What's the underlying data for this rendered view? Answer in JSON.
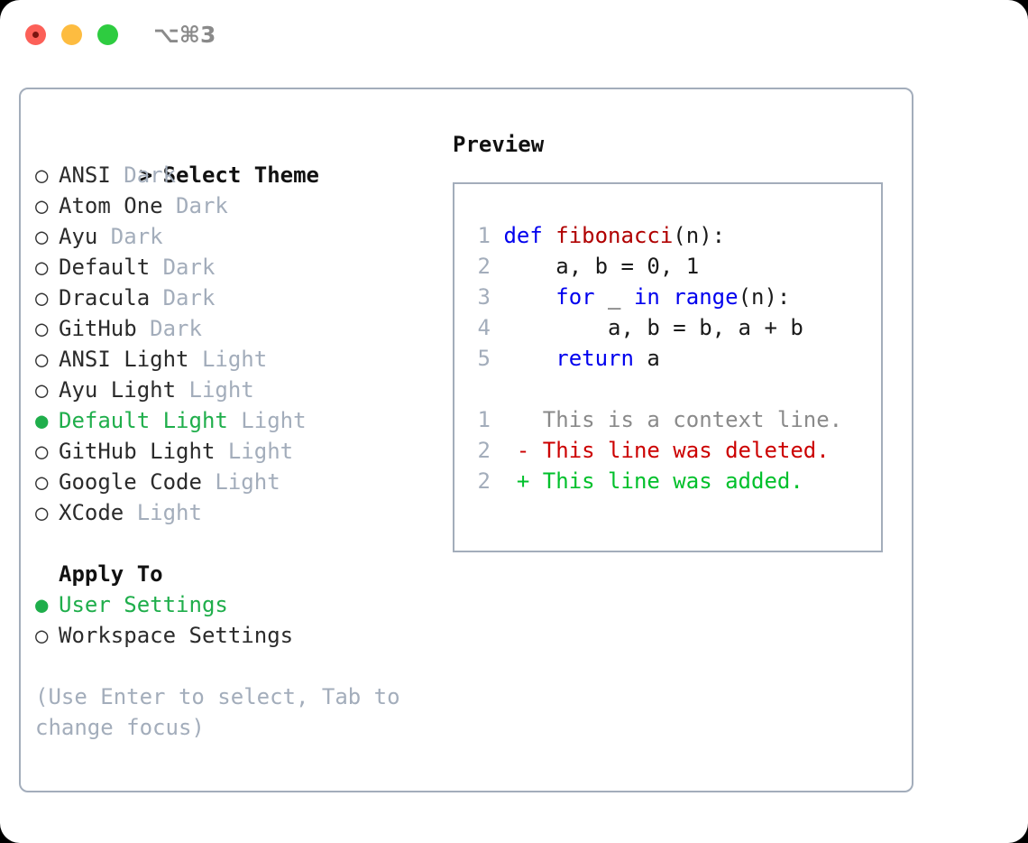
{
  "window": {
    "title": "⌥⌘3",
    "traffic_lights": [
      "close",
      "minimize",
      "maximize"
    ]
  },
  "colors": {
    "accent_green": "#1FAE4B",
    "muted": "#A3ADBB",
    "keyword_blue": "#0000EE",
    "function_red": "#B00000",
    "diff_delete": "#CC0000",
    "diff_add": "#00C02B",
    "border": "#A3ADBB"
  },
  "theme_list": {
    "header_prefix": "> ",
    "header": "Select Theme",
    "items": [
      {
        "marker": "○ ",
        "label": "ANSI",
        "tag": " Dark",
        "selected": false
      },
      {
        "marker": "○ ",
        "label": "Atom One",
        "tag": " Dark",
        "selected": false
      },
      {
        "marker": "○ ",
        "label": "Ayu",
        "tag": " Dark",
        "selected": false
      },
      {
        "marker": "○ ",
        "label": "Default",
        "tag": " Dark",
        "selected": false
      },
      {
        "marker": "○ ",
        "label": "Dracula",
        "tag": " Dark",
        "selected": false
      },
      {
        "marker": "○ ",
        "label": "GitHub",
        "tag": " Dark",
        "selected": false
      },
      {
        "marker": "○ ",
        "label": "ANSI Light",
        "tag": " Light",
        "selected": false
      },
      {
        "marker": "○ ",
        "label": "Ayu Light",
        "tag": " Light",
        "selected": false
      },
      {
        "marker": "● ",
        "label": "Default Light",
        "tag": " Light",
        "selected": true
      },
      {
        "marker": "○ ",
        "label": "GitHub Light",
        "tag": " Light",
        "selected": false
      },
      {
        "marker": "○ ",
        "label": "Google Code",
        "tag": " Light",
        "selected": false
      },
      {
        "marker": "○ ",
        "label": "XCode",
        "tag": " Light",
        "selected": false
      }
    ]
  },
  "apply_to": {
    "header": "Apply To",
    "items": [
      {
        "marker": "● ",
        "label": "User Settings",
        "selected": true
      },
      {
        "marker": "○ ",
        "label": "Workspace Settings",
        "selected": false
      }
    ]
  },
  "hint": "(Use Enter to select, Tab to change focus)",
  "preview": {
    "title": "Preview",
    "code_lines": [
      {
        "no": "1",
        "segments": [
          {
            "t": "def ",
            "c": "kw"
          },
          {
            "t": "fibonacci",
            "c": "fn"
          },
          {
            "t": "(n):",
            "c": "code-text"
          }
        ]
      },
      {
        "no": "2",
        "segments": [
          {
            "t": "    a, b = 0, 1",
            "c": "code-text"
          }
        ]
      },
      {
        "no": "3",
        "segments": [
          {
            "t": "    ",
            "c": "code-text"
          },
          {
            "t": "for",
            "c": "kw"
          },
          {
            "t": " _ ",
            "c": "code-text"
          },
          {
            "t": "in",
            "c": "kw"
          },
          {
            "t": " ",
            "c": "code-text"
          },
          {
            "t": "range",
            "c": "kw"
          },
          {
            "t": "(n):",
            "c": "code-text"
          }
        ]
      },
      {
        "no": "4",
        "segments": [
          {
            "t": "        a, b = b, a + b",
            "c": "code-text"
          }
        ]
      },
      {
        "no": "5",
        "segments": [
          {
            "t": "    ",
            "c": "code-text"
          },
          {
            "t": "return",
            "c": "kw"
          },
          {
            "t": " a",
            "c": "code-text"
          }
        ]
      }
    ],
    "diff_lines": [
      {
        "no": "1",
        "text": "   This is a context line.",
        "kind": "ctx"
      },
      {
        "no": "2",
        "text": " - This line was deleted.",
        "kind": "del"
      },
      {
        "no": "2",
        "text": " + This line was added.",
        "kind": "add"
      }
    ]
  }
}
